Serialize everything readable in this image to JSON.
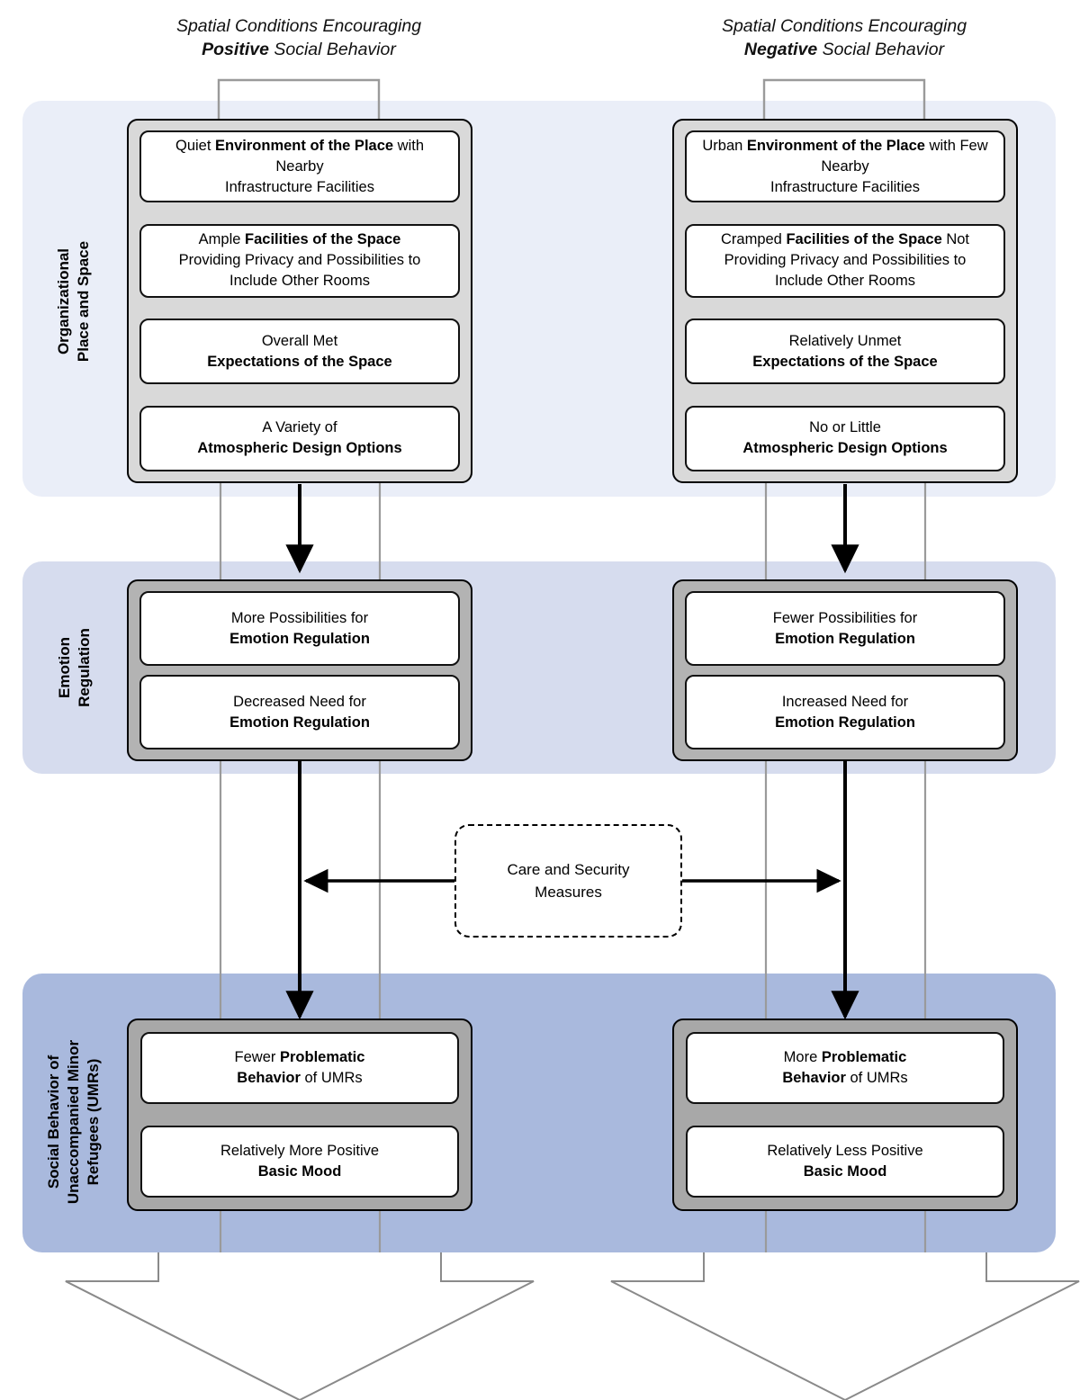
{
  "headings": {
    "left": {
      "line1": "Spatial Conditions Encouraging",
      "emphasis": "Positive",
      "line2_rest": " Social Behavior"
    },
    "right": {
      "line1": "Spatial Conditions Encouraging",
      "emphasis": "Negative",
      "line2_rest": " Social Behavior"
    }
  },
  "row_labels": {
    "organizational": "Organizational\nPlace and Space",
    "emotion": "Emotion\nRegulation",
    "social": "Social Behavior of\nUnaccompanied Minor\nRefugees (UMRs)"
  },
  "bands": {
    "band1_color": "#eaeef8",
    "band2_color": "#d6dcee",
    "band3_color": "#a9b9dd"
  },
  "groups": {
    "org_left": {
      "nodes": [
        {
          "pre": "Quiet ",
          "bold": "Environment of the Place",
          "post": " with Nearby\nInfrastructure Facilities"
        },
        {
          "pre": "Ample ",
          "bold": "Facilities of the Space",
          "post": "\nProviding Privacy and Possibilities to\nInclude Other Rooms"
        },
        {
          "pre": "Overall Met\n",
          "bold": "Expectations of the Space",
          "post": ""
        },
        {
          "pre": "A Variety of\n",
          "bold": "Atmospheric Design Options",
          "post": ""
        }
      ]
    },
    "org_right": {
      "nodes": [
        {
          "pre": "Urban ",
          "bold": "Environment of the Place",
          "post": " with Few Nearby\nInfrastructure Facilities"
        },
        {
          "pre": "Cramped ",
          "bold": "Facilities of the Space",
          "post": " Not\nProviding Privacy and Possibilities to\nInclude Other Rooms"
        },
        {
          "pre": "Relatively Unmet\n",
          "bold": "Expectations of the Space",
          "post": ""
        },
        {
          "pre": "No or Little\n",
          "bold": "Atmospheric Design Options",
          "post": ""
        }
      ]
    },
    "emo_left": {
      "nodes": [
        {
          "pre": "More Possibilities for\n",
          "bold": "Emotion Regulation",
          "post": ""
        },
        {
          "pre": "Decreased Need for\n",
          "bold": "Emotion Regulation",
          "post": ""
        }
      ]
    },
    "emo_right": {
      "nodes": [
        {
          "pre": "Fewer Possibilities for\n",
          "bold": "Emotion Regulation",
          "post": ""
        },
        {
          "pre": "Increased Need for\n",
          "bold": "Emotion Regulation",
          "post": ""
        }
      ]
    },
    "soc_left": {
      "nodes": [
        {
          "pre": "Fewer ",
          "bold": "Problematic\nBehavior",
          "post": " of UMRs"
        },
        {
          "pre": "Relatively More Positive\n",
          "bold": "Basic Mood",
          "post": ""
        }
      ]
    },
    "soc_right": {
      "nodes": [
        {
          "pre": "More ",
          "bold": "Problematic\nBehavior",
          "post": " of UMRs"
        },
        {
          "pre": "Relatively Less Positive\n",
          "bold": "Basic Mood",
          "post": ""
        }
      ]
    }
  },
  "moderator": {
    "label": "Care and Security\nMeasures"
  }
}
